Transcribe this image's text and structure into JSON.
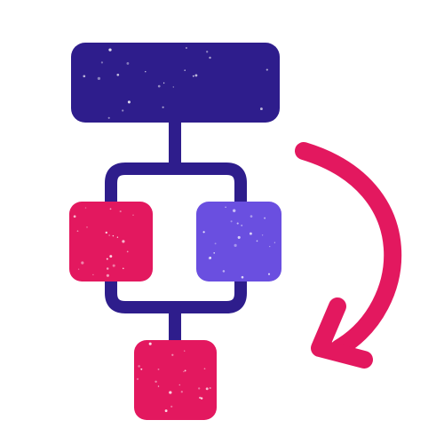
{
  "icon": {
    "name": "flowchart-workflow-rotate-icon",
    "colors": {
      "navy": "#2E1D8C",
      "magenta": "#E3185F",
      "violet": "#6A4FE0",
      "speckle": "#ffffff"
    },
    "nodes": [
      {
        "id": "top-node",
        "shape": "rounded-rect",
        "color": "navy"
      },
      {
        "id": "left-node",
        "shape": "rounded-square",
        "color": "magenta"
      },
      {
        "id": "right-node",
        "shape": "rounded-square",
        "color": "violet"
      },
      {
        "id": "bottom-node",
        "shape": "rounded-square",
        "color": "magenta"
      }
    ],
    "arrow": {
      "direction": "clockwise",
      "color": "magenta"
    }
  }
}
